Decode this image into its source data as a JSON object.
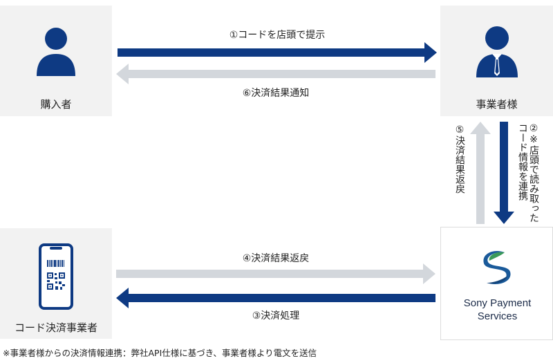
{
  "nodes": {
    "buyer": {
      "label": "購入者"
    },
    "merchant": {
      "label": "事業者様"
    },
    "code_provider": {
      "label": "コード決済事業者"
    },
    "sps": {
      "logo_line1": "Sony Payment",
      "logo_line2": "Services"
    }
  },
  "arrows": {
    "step1": "①コードを店頭で提示",
    "step6": "⑥決済結果通知",
    "step2": "②※店頭で読み取ったコード情報を連携",
    "step5": "⑤決済結果返戻",
    "step4": "④決済結果返戻",
    "step3": "③決済処理"
  },
  "footnote": "※事業者様からの決済情報連携：弊社API仕様に基づき、事業者様より電文を送信",
  "colors": {
    "dark_arrow": "#0e3a83",
    "light_arrow": "#d3d7dc",
    "person_icon": "#0e3a83",
    "box_bg": "#f2f2f2"
  },
  "icons": [
    "person-icon",
    "businessman-icon",
    "smartphone-qr-icon",
    "sps-logo-icon"
  ]
}
